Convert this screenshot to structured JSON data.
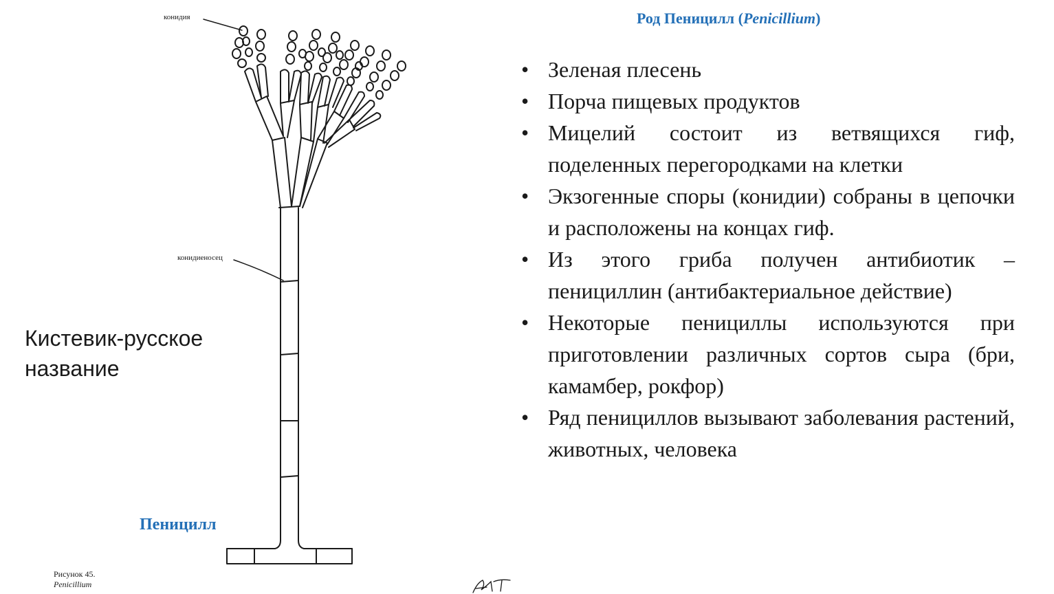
{
  "title": {
    "prefix": "Род Пеницилл (",
    "latin": "Penicillium",
    "suffix": ")"
  },
  "bullets": [
    "Зеленая плесень",
    "Порча пищевых продуктов",
    "Мицелий состоит из ветвящихся гиф, поделенных перегородками на клетки",
    "Экзогенные споры (конидии) собраны в цепочки и расположены на концах гиф.",
    "Из этого гриба получен антибиотик – пенициллин (антибактериальное действие)",
    "Некоторые пенициллы используются при приготовлении различных сортов сыра (бри, камамбер, рокфор)",
    "Ряд пенициллов вызывают заболевания растений, животных, человека"
  ],
  "bullet_symbol": "•",
  "diagram": {
    "label_conidia": "конидия",
    "label_conidiophore": "конидиеносец",
    "caption": "Пеницилл"
  },
  "russian_name": {
    "line1": "Кистевик-русское",
    "line2": "название"
  },
  "figure_caption": {
    "number": "Рисунок 45.",
    "latin": "Penicillium"
  },
  "colors": {
    "accent_blue": "#2470b7",
    "text": "#1a1a1a"
  }
}
